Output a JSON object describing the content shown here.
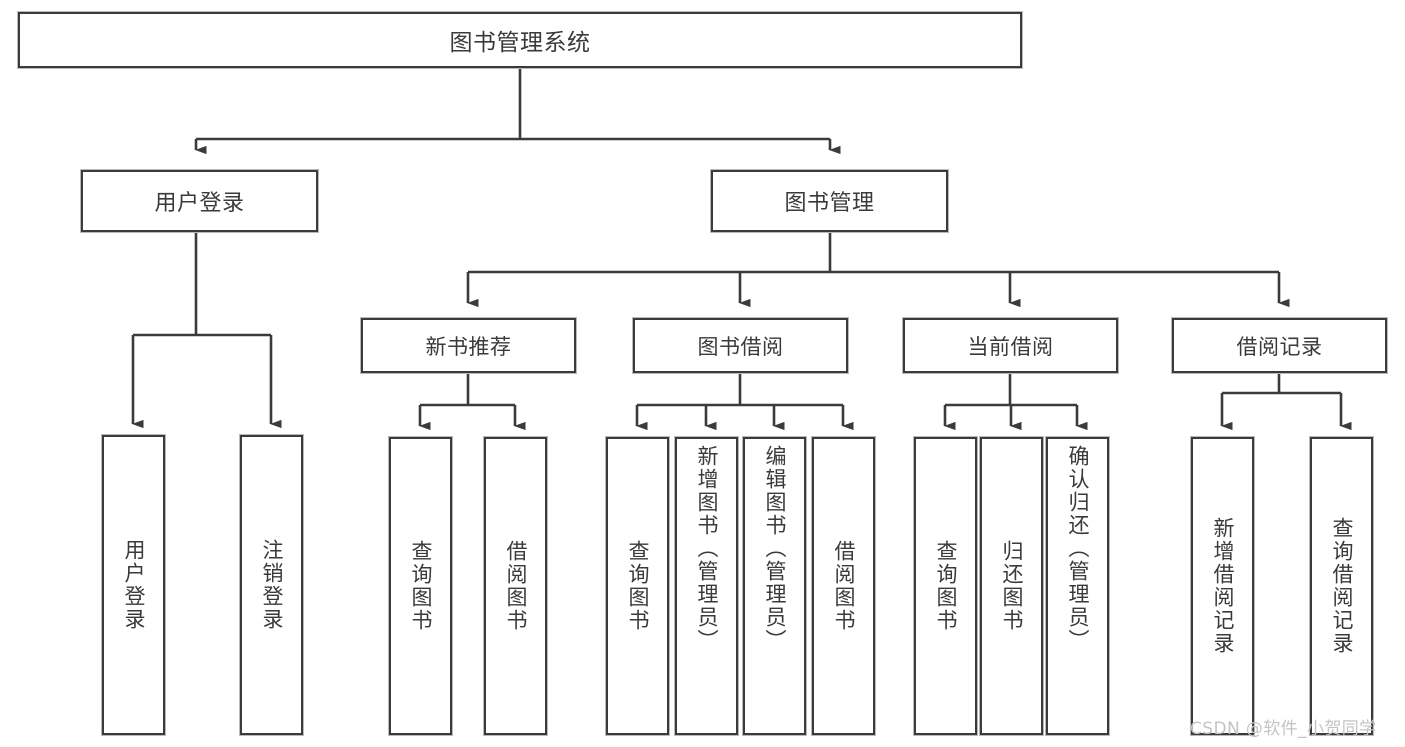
{
  "diagram": {
    "title": "图书管理系统",
    "root": {
      "label": "图书管理系统"
    },
    "level2": [
      {
        "label": "用户登录"
      },
      {
        "label": "图书管理"
      }
    ],
    "level3": [
      {
        "label": "新书推荐"
      },
      {
        "label": "图书借阅"
      },
      {
        "label": "当前借阅"
      },
      {
        "label": "借阅记录"
      }
    ],
    "leaves": {
      "user_login": [
        {
          "label": "用户登录"
        },
        {
          "label": "注销登录"
        }
      ],
      "new_book": [
        {
          "label": "查询图书"
        },
        {
          "label": "借阅图书"
        }
      ],
      "book_borrow": [
        {
          "label": "查询图书"
        },
        {
          "label": "新增图书（管理员）"
        },
        {
          "label": "编辑图书（管理员）"
        },
        {
          "label": "借阅图书"
        }
      ],
      "current_borrow": [
        {
          "label": "查询图书"
        },
        {
          "label": "归还图书"
        },
        {
          "label": "确认归还（管理员）"
        }
      ],
      "borrow_record": [
        {
          "label": "新增借阅记录"
        },
        {
          "label": "查询借阅记录"
        }
      ]
    }
  },
  "watermark": {
    "text": "CSDN @软件_小贺同学"
  },
  "colors": {
    "border": "#3b3b3b",
    "text": "#3a3a3a",
    "background": "#ffffff",
    "watermark": "#c4c4c4"
  }
}
